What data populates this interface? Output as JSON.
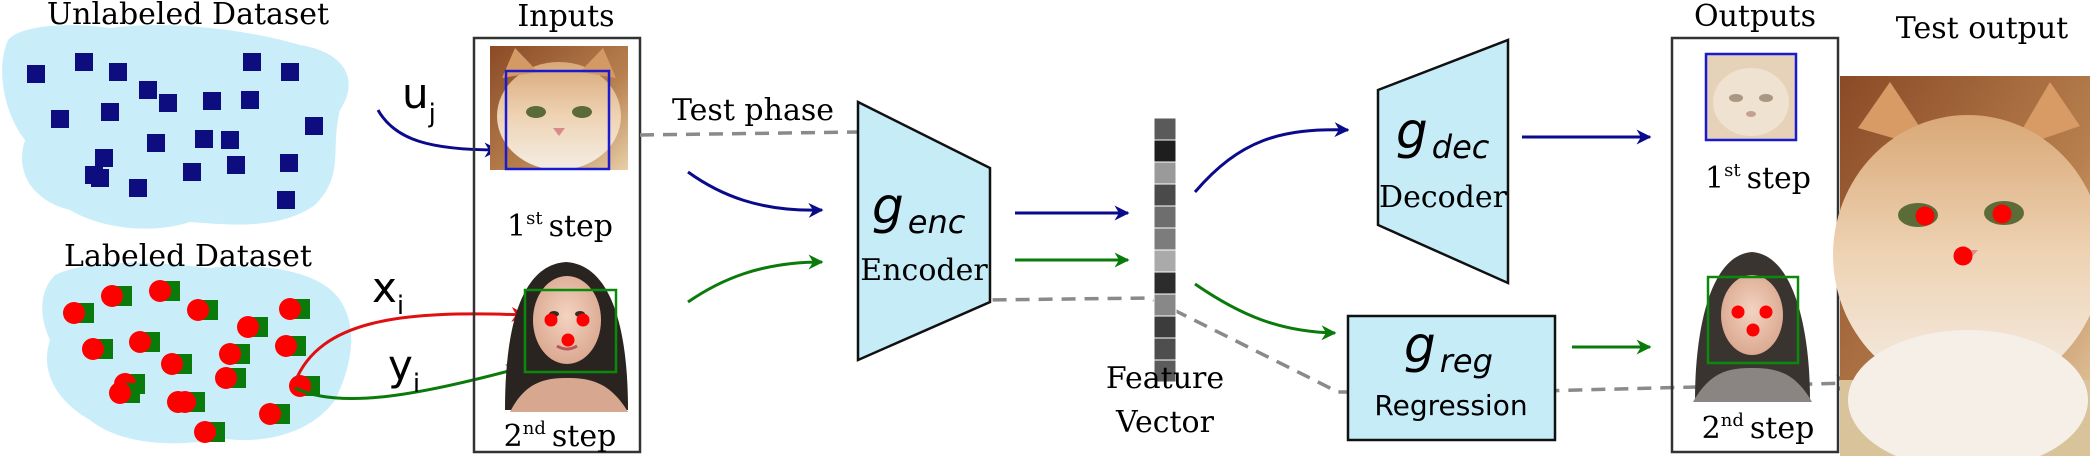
{
  "datasets": {
    "unlabeled_title": "Unlabeled Dataset",
    "labeled_title": "Labeled Dataset",
    "u_var": "u",
    "u_sub": "j",
    "x_var": "x",
    "x_sub": "i",
    "y_var": "y",
    "y_sub": "i"
  },
  "inputs": {
    "title": "Inputs",
    "step1_num": "1",
    "step1_sup": "st",
    "step1_word": "step",
    "step2_num": "2",
    "step2_sup": "nd",
    "step2_word": "step"
  },
  "test_phase": {
    "label": "Test phase"
  },
  "encoder": {
    "symbol": "g",
    "subscript": "enc",
    "label": "Encoder"
  },
  "feature": {
    "label_line1": "Feature",
    "label_line2": "Vector"
  },
  "decoder": {
    "symbol": "g",
    "subscript": "dec",
    "label": "Decoder"
  },
  "regression": {
    "symbol": "g",
    "subscript": "reg",
    "label": "Regression"
  },
  "outputs": {
    "title": "Outputs",
    "step1_num": "1",
    "step1_sup": "st",
    "step1_word": "step",
    "step2_num": "2",
    "step2_sup": "nd",
    "step2_word": "step"
  },
  "test_output": {
    "title": "Test output"
  },
  "colors": {
    "blue_path": "#0a0a8c",
    "green_path": "#0a7a0a",
    "red_path": "#e01010",
    "cloud": "#c9eef9",
    "block_fill": "#c6ecf8",
    "test_dash": "#8a8a8a",
    "square_navy": "#0d0d80",
    "landmark_red": "#ff0000"
  },
  "feature_cells": [
    "#5a5a5a",
    "#1e1e1e",
    "#9a9a9a",
    "#4a4a4a",
    "#6e6e6e",
    "#7c7c7c",
    "#aaaaaa",
    "#2c2c2c",
    "#888888",
    "#3c3c3c",
    "#4e4e4e",
    "#5c5c5c"
  ]
}
